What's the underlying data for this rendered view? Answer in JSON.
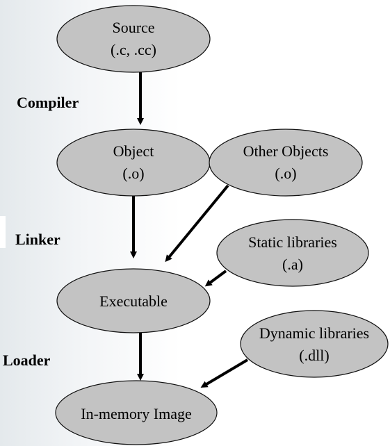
{
  "stages": {
    "compiler": "Compiler",
    "linker": "Linker",
    "loader": "Loader"
  },
  "nodes": {
    "source": {
      "line1": "Source",
      "line2": "(.c, .cc)"
    },
    "object": {
      "line1": "Object",
      "line2": "(.o)"
    },
    "other_objects": {
      "line1": "Other Objects",
      "line2": "(.o)"
    },
    "static_libraries": {
      "line1": "Static libraries",
      "line2": "(.a)"
    },
    "executable": {
      "line1": "Executable"
    },
    "dynamic_libraries": {
      "line1": "Dynamic libraries",
      "line2": "(.dll)"
    },
    "in_memory_image": {
      "line1": "In-memory Image"
    }
  },
  "colors": {
    "node_fill": "#c3c3c3",
    "node_stroke": "#111111",
    "arrow": "#000000"
  }
}
